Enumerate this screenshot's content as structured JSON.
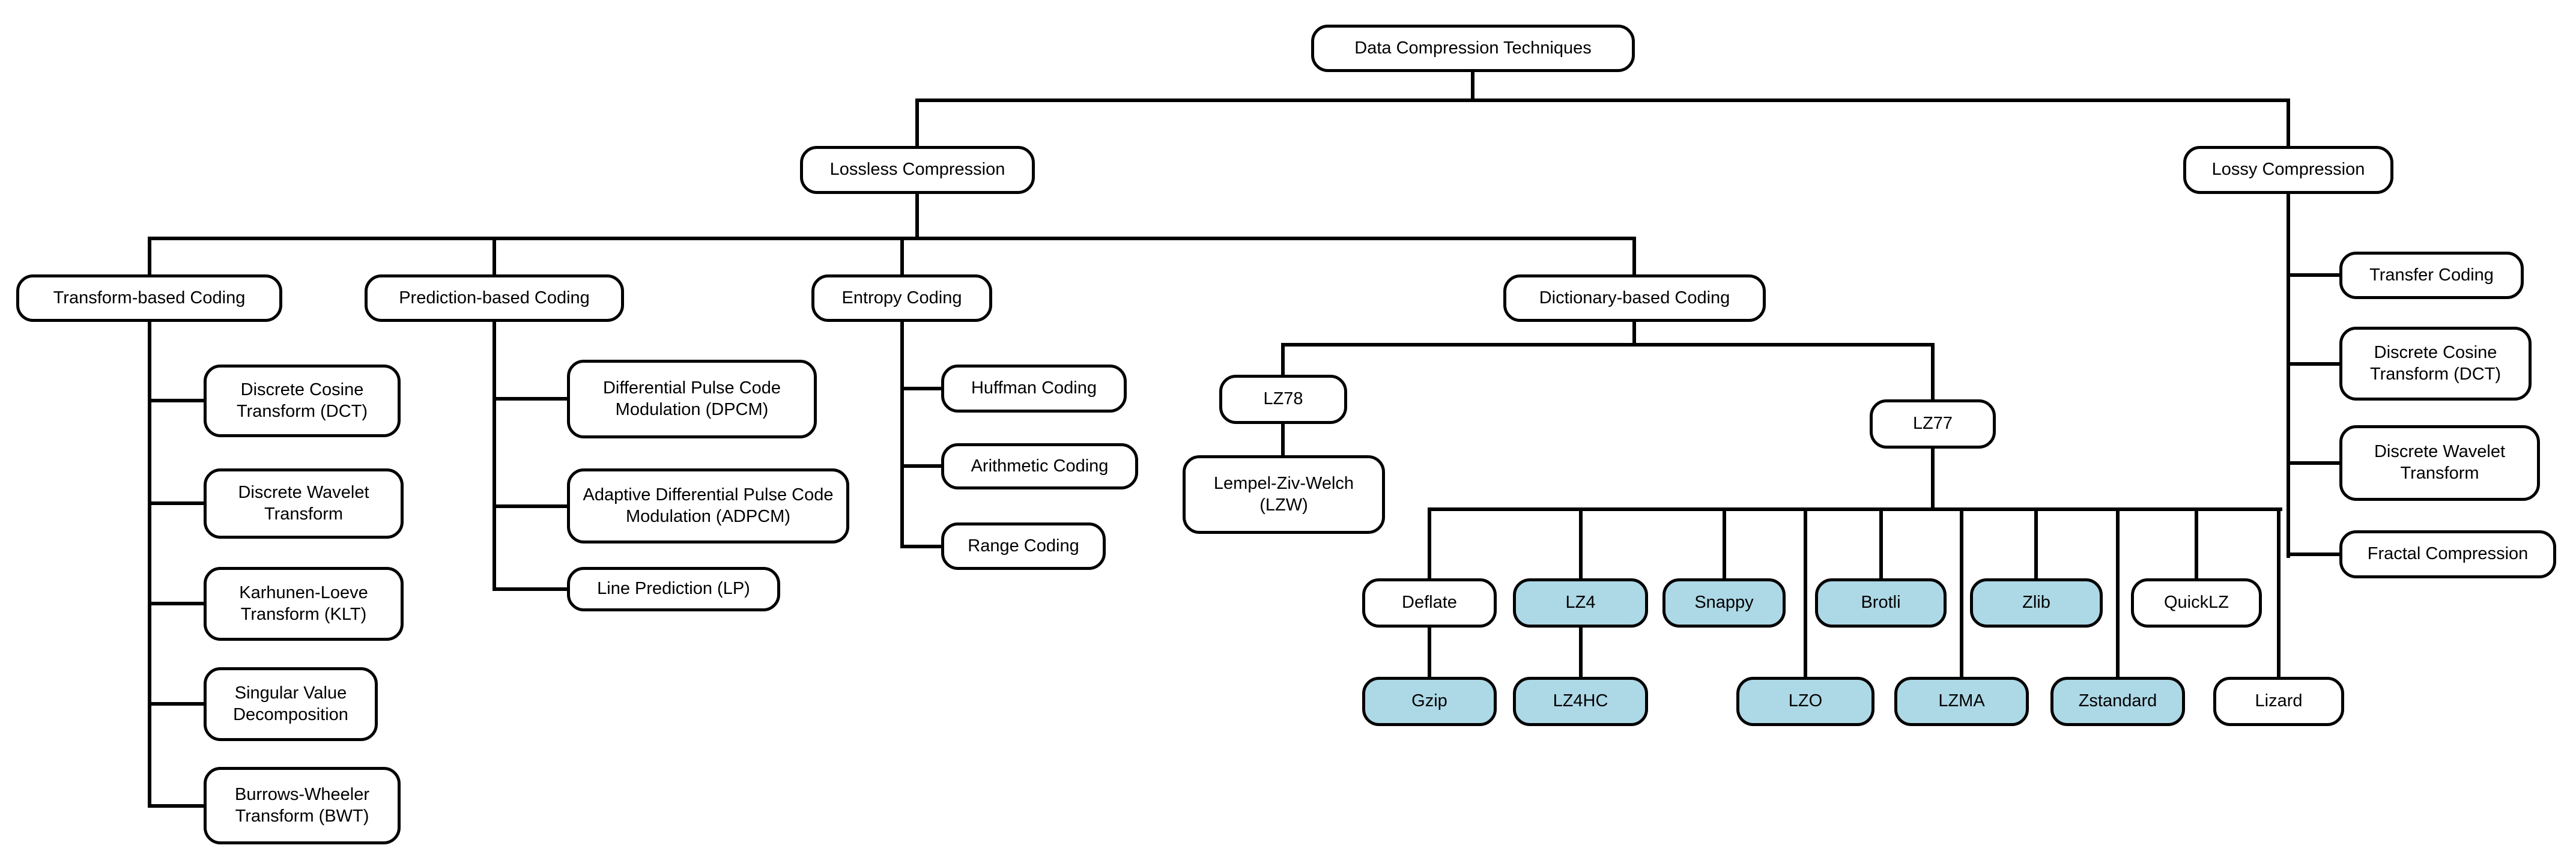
{
  "diagram": {
    "title": "Data Compression Techniques",
    "colors": {
      "highlight_fill": "#ADD8E6",
      "node_fill": "#FFFFFF",
      "border": "#000000",
      "line": "#000000",
      "background": "#FFFFFF"
    },
    "nodes": {
      "root": {
        "label": "Data Compression Techniques",
        "highlighted": false
      },
      "lossless": {
        "label": "Lossless Compression",
        "highlighted": false
      },
      "lossy": {
        "label": "Lossy Compression",
        "highlighted": false
      },
      "transform_based": {
        "label": "Transform-based Coding",
        "highlighted": false
      },
      "prediction_based": {
        "label": "Prediction-based Coding",
        "highlighted": false
      },
      "entropy": {
        "label": "Entropy Coding",
        "highlighted": false
      },
      "dictionary_based": {
        "label": "Dictionary-based Coding",
        "highlighted": false
      },
      "dct": {
        "label": "Discrete Cosine Transform (DCT)",
        "highlighted": false
      },
      "dwt": {
        "label": "Discrete Wavelet Transform",
        "highlighted": false
      },
      "klt": {
        "label": "Karhunen-Loeve Transform (KLT)",
        "highlighted": false
      },
      "svd": {
        "label": "Singular Value Decomposition",
        "highlighted": false
      },
      "bwt": {
        "label": "Burrows-Wheeler Transform (BWT)",
        "highlighted": false
      },
      "dpcm": {
        "label": "Differential Pulse Code Modulation (DPCM)",
        "highlighted": false
      },
      "adpcm": {
        "label": "Adaptive Differential Pulse Code Modulation (ADPCM)",
        "highlighted": false
      },
      "lp": {
        "label": "Line Prediction (LP)",
        "highlighted": false
      },
      "huffman": {
        "label": "Huffman Coding",
        "highlighted": false
      },
      "arithmetic": {
        "label": "Arithmetic Coding",
        "highlighted": false
      },
      "range": {
        "label": "Range Coding",
        "highlighted": false
      },
      "lz78": {
        "label": "LZ78",
        "highlighted": false
      },
      "lzw": {
        "label": "Lempel-Ziv-Welch (LZW)",
        "highlighted": false
      },
      "lz77": {
        "label": "LZ77",
        "highlighted": false
      },
      "deflate": {
        "label": "Deflate",
        "highlighted": false
      },
      "lz4": {
        "label": "LZ4",
        "highlighted": true
      },
      "snappy": {
        "label": "Snappy",
        "highlighted": true
      },
      "brotli": {
        "label": "Brotli",
        "highlighted": true
      },
      "zlib": {
        "label": "Zlib",
        "highlighted": true
      },
      "quicklz": {
        "label": "QuickLZ",
        "highlighted": false
      },
      "gzip": {
        "label": "Gzip",
        "highlighted": true
      },
      "lz4hc": {
        "label": "LZ4HC",
        "highlighted": true
      },
      "lzo": {
        "label": "LZO",
        "highlighted": true
      },
      "lzma": {
        "label": "LZMA",
        "highlighted": true
      },
      "zstandard": {
        "label": "Zstandard",
        "highlighted": true
      },
      "lizard": {
        "label": "Lizard",
        "highlighted": false
      },
      "transfer": {
        "label": "Transfer Coding",
        "highlighted": false
      },
      "lossy_dct": {
        "label": "Discrete Cosine Transform (DCT)",
        "highlighted": false
      },
      "lossy_dwt": {
        "label": "Discrete Wavelet Transform",
        "highlighted": false
      },
      "fractal": {
        "label": "Fractal Compression",
        "highlighted": false
      }
    },
    "edges": [
      [
        "root",
        "lossless"
      ],
      [
        "root",
        "lossy"
      ],
      [
        "lossless",
        "transform_based"
      ],
      [
        "lossless",
        "prediction_based"
      ],
      [
        "lossless",
        "entropy"
      ],
      [
        "lossless",
        "dictionary_based"
      ],
      [
        "transform_based",
        "dct"
      ],
      [
        "transform_based",
        "dwt"
      ],
      [
        "transform_based",
        "klt"
      ],
      [
        "transform_based",
        "svd"
      ],
      [
        "transform_based",
        "bwt"
      ],
      [
        "prediction_based",
        "dpcm"
      ],
      [
        "prediction_based",
        "adpcm"
      ],
      [
        "prediction_based",
        "lp"
      ],
      [
        "entropy",
        "huffman"
      ],
      [
        "entropy",
        "arithmetic"
      ],
      [
        "entropy",
        "range"
      ],
      [
        "dictionary_based",
        "lz78"
      ],
      [
        "dictionary_based",
        "lz77"
      ],
      [
        "lz78",
        "lzw"
      ],
      [
        "lz77",
        "deflate"
      ],
      [
        "lz77",
        "lz4"
      ],
      [
        "lz77",
        "snappy"
      ],
      [
        "lz77",
        "brotli"
      ],
      [
        "lz77",
        "zlib"
      ],
      [
        "lz77",
        "quicklz"
      ],
      [
        "lz77",
        "lzo"
      ],
      [
        "lz77",
        "lzma"
      ],
      [
        "lz77",
        "zstandard"
      ],
      [
        "lz77",
        "lizard"
      ],
      [
        "deflate",
        "gzip"
      ],
      [
        "lz4",
        "lz4hc"
      ]
    ]
  }
}
